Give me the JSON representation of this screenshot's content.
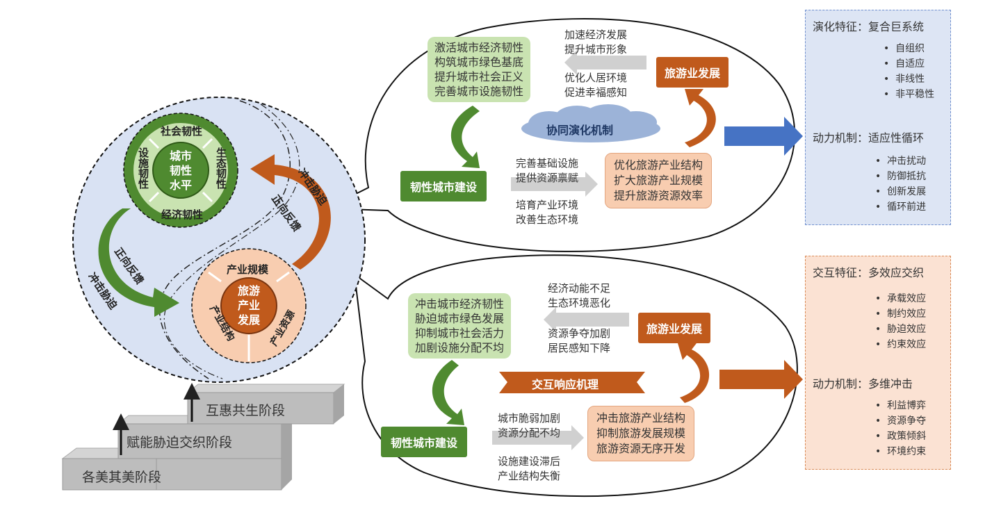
{
  "left_circle": {
    "resilience": {
      "center": [
        "城市",
        "韧性",
        "水平"
      ],
      "social": "社会韧性",
      "facility": "设施韧性",
      "ecology": "生态韧性",
      "economy": "经济韧性"
    },
    "tourism": {
      "center": [
        "旅游",
        "产业",
        "发展"
      ],
      "scale": "产业规模",
      "structure": "产业结构",
      "resources": "产业资源"
    },
    "arrow_labels": {
      "left_positive": "正向反馈",
      "left_impact": "冲击胁迫",
      "right_impact": "冲击胁迫",
      "right_positive": "正向反馈"
    }
  },
  "stages": [
    "各美其美阶段",
    "赋能胁迫交织阶段",
    "互惠共生阶段"
  ],
  "top_bubble": {
    "green_box": [
      "激活城市经济韧性",
      "构筑城市绿色基底",
      "提升城市社会正义",
      "完善城市设施韧性"
    ],
    "left_upper_text": [
      "加速经济发展",
      "提升城市形象"
    ],
    "left_lower_text": [
      "优化人居环境",
      "促进幸福感知"
    ],
    "tourism_label": "旅游业发展",
    "mechanism": "协同演化机制",
    "city_label": "韧性城市建设",
    "mid_upper_text": [
      "完善基础设施",
      "提供资源禀赋"
    ],
    "mid_lower_text": [
      "培育产业环境",
      "改善生态环境"
    ],
    "orange_box": [
      "优化旅游产业结构",
      "扩大旅游产业规模",
      "提升旅游资源效率"
    ]
  },
  "bottom_bubble": {
    "green_box": [
      "冲击城市经济韧性",
      "胁迫城市绿色发展",
      "抑制城市社会活力",
      "加剧设施分配不均"
    ],
    "left_upper_text": [
      "经济动能不足",
      "生态环境恶化"
    ],
    "left_lower_text": [
      "资源争夺加剧",
      "居民感知下降"
    ],
    "tourism_label": "旅游业发展",
    "mechanism": "交互响应机理",
    "city_label": "韧性城市建设",
    "mid_upper_text": [
      "城市脆弱加剧",
      "资源分配不均"
    ],
    "mid_lower_text": [
      "设施建设滞后",
      "产业结构失衡"
    ],
    "orange_box": [
      "冲击旅游产业结构",
      "抑制旅游发展规模",
      "旅游资源无序开发"
    ]
  },
  "panel_top": {
    "heading1": "演化特征：复合巨系统",
    "bullets1": [
      "自组织",
      "自适应",
      "非线性",
      "非平稳性"
    ],
    "heading2": "动力机制：适应性循环",
    "bullets2": [
      "冲击扰动",
      "防御抵抗",
      "创新发展",
      "循环前进"
    ]
  },
  "panel_bottom": {
    "heading1": "交互特征：多效应交织",
    "bullets1": [
      "承载效应",
      "制约效应",
      "胁迫效应",
      "约束效应"
    ],
    "heading2": "动力机制：多维冲击",
    "bullets2": [
      "利益博弈",
      "资源争夺",
      "政策倾斜",
      "环境约束"
    ]
  },
  "colors": {
    "green_dark": "#4f8a30",
    "green_light": "#c9e3b1",
    "orange_dark": "#c05a1c",
    "orange_light": "#f8cdb0",
    "blue_panel": "#dde5f4",
    "orange_panel": "#fbe2d3",
    "big_circle": "#d9e2f3"
  }
}
